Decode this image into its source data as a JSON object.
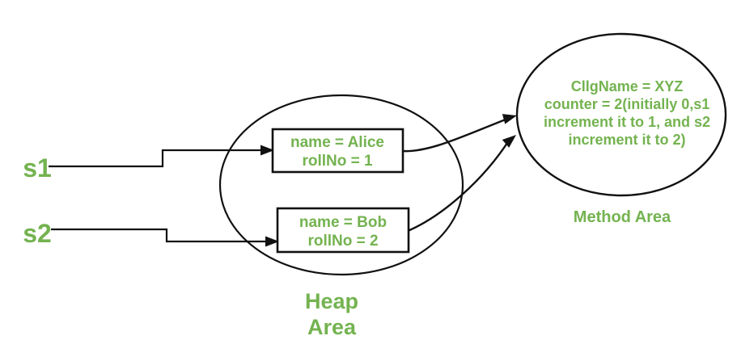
{
  "colors": {
    "line": "#111111",
    "text_green": "#74b350",
    "background": "#ffffff"
  },
  "stack_references": {
    "s1_label": "s1",
    "s2_label": "s2"
  },
  "heap_area": {
    "label_line1": "Heap",
    "label_line2": "Area",
    "objects": [
      {
        "name_field": "name = Alice",
        "roll_field": "rollNo = 1"
      },
      {
        "name_field": "name = Bob",
        "roll_field": "rollNo = 2"
      }
    ]
  },
  "method_area": {
    "label": "Method Area",
    "lines": [
      "CllgName = XYZ",
      "counter = 2(initially 0,s1",
      "increment it to 1, and s2",
      "increment it to 2)"
    ]
  }
}
